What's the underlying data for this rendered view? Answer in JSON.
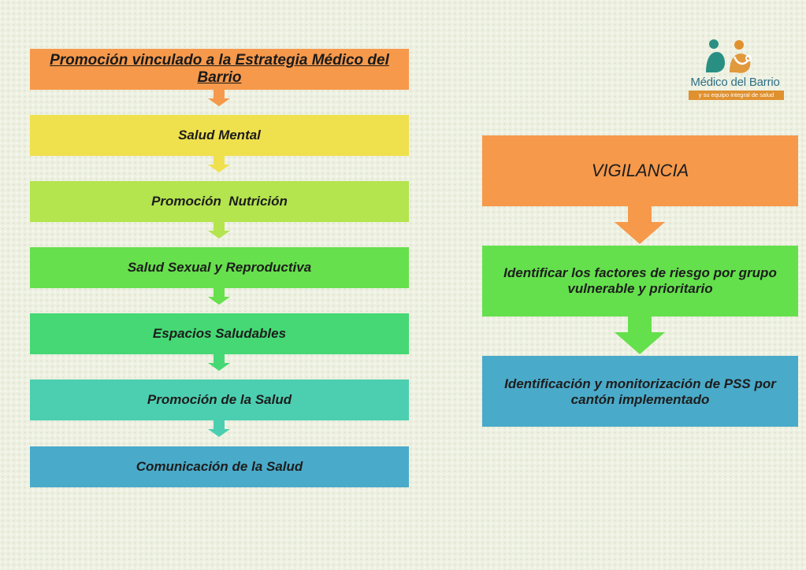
{
  "left_flow": {
    "items": [
      {
        "label": "Promoción vinculado a la Estrategia Médico del Barrio",
        "color": "#f6994b"
      },
      {
        "label": "Salud Mental",
        "color": "#efe04d"
      },
      {
        "label": "Promoción  Nutrición",
        "color": "#b4e44e"
      },
      {
        "label": "Salud Sexual y Reproductiva",
        "color": "#66e04c"
      },
      {
        "label": "Espacios Saludables",
        "color": "#45d874"
      },
      {
        "label": "Promoción de la Salud",
        "color": "#4ccfb1"
      },
      {
        "label": "Comunicación de la Salud",
        "color": "#4aaac9"
      }
    ]
  },
  "right_flow": {
    "items": [
      {
        "label": "VIGILANCIA",
        "color": "#f6994b"
      },
      {
        "label": "Identificar los factores de riesgo por grupo vulnerable y prioritario",
        "color": "#64e04c"
      },
      {
        "label": "Identificación y monitorización de PSS por cantón implementado",
        "color": "#4aaac9"
      }
    ]
  },
  "logo": {
    "title": "Médico del Barrio",
    "subtitle": "y su equipo integral de salud",
    "colors": {
      "teal": "#2a8f83",
      "orange": "#e0912f",
      "blue": "#2e6f86"
    }
  }
}
